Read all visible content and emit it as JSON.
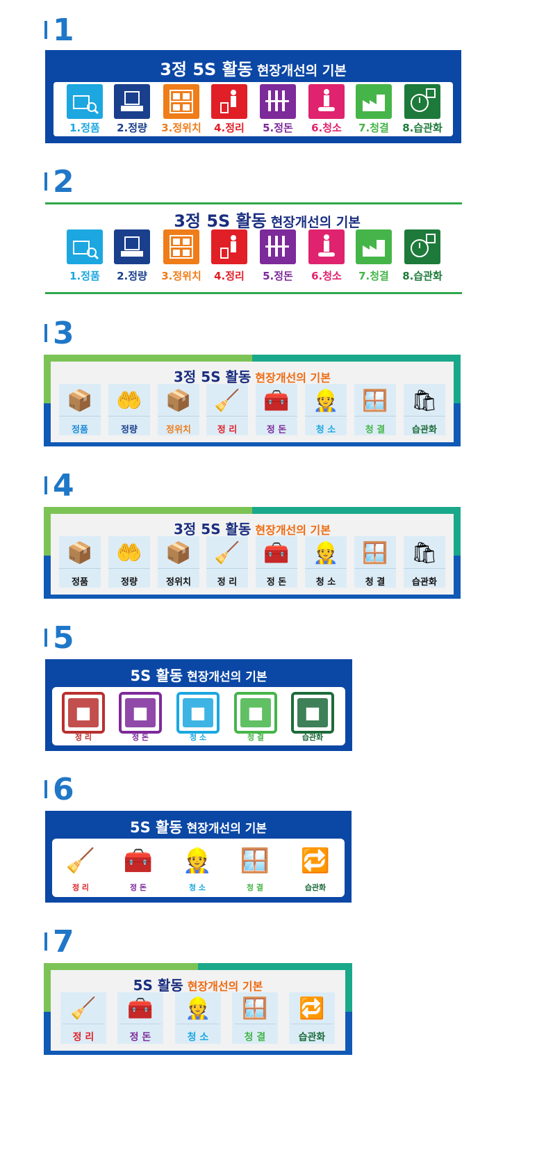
{
  "sections": [
    {
      "number": "1"
    },
    {
      "number": "2"
    },
    {
      "number": "3"
    },
    {
      "number": "4"
    },
    {
      "number": "5"
    },
    {
      "number": "6"
    },
    {
      "number": "7"
    }
  ],
  "title3s": {
    "main": "3정 5S 활동",
    "sub": "현장개선의 기본"
  },
  "title5s": {
    "main": "5S 활동",
    "sub": "현장개선의 기본"
  },
  "items8_numbered": [
    {
      "label": "1.정품",
      "color": "#1ca7e0",
      "icon": "box-magnifier-icon"
    },
    {
      "label": "2.정량",
      "color": "#1a3f8c",
      "icon": "scale-box-icon"
    },
    {
      "label": "3.정위치",
      "color": "#ee7d1a",
      "icon": "shelf-icon"
    },
    {
      "label": "4.정리",
      "color": "#e01f26",
      "icon": "trash-person-icon"
    },
    {
      "label": "5.정돈",
      "color": "#7d2a9a",
      "icon": "tools-icon"
    },
    {
      "label": "6.청소",
      "color": "#e0236e",
      "icon": "cleaning-person-icon"
    },
    {
      "label": "7.청결",
      "color": "#46b549",
      "icon": "factory-icon"
    },
    {
      "label": "8.습관화",
      "color": "#1d7a3a",
      "icon": "clock-runner-icon"
    }
  ],
  "items8_cells": [
    {
      "label": "정품",
      "color3": "#1c8ad6",
      "emoji": "📦"
    },
    {
      "label": "정량",
      "color3": "#1a3f8c",
      "emoji": "🤲"
    },
    {
      "label": "정위치",
      "color3": "#ee7d1a",
      "emoji": "📦"
    },
    {
      "label": "정 리",
      "color3": "#e01f26",
      "emoji": "🧹"
    },
    {
      "label": "정 돈",
      "color3": "#7d2a9a",
      "emoji": "🧰"
    },
    {
      "label": "청 소",
      "color3": "#1ca7e0",
      "emoji": "👷"
    },
    {
      "label": "청 결",
      "color3": "#46b549",
      "emoji": "🪟"
    },
    {
      "label": "습관화",
      "color3": "#1d6b3a",
      "emoji": "🛍"
    }
  ],
  "items5_tiles": [
    {
      "label": "정 리",
      "color": "#b8312f",
      "icon": "trash-shelf-icon"
    },
    {
      "label": "정 돈",
      "color": "#7d2a9a",
      "icon": "tools-rack-icon"
    },
    {
      "label": "청 소",
      "color": "#1ca7e0",
      "icon": "cleaning-icon"
    },
    {
      "label": "청 결",
      "color": "#46b549",
      "icon": "clean-factory-icon"
    },
    {
      "label": "습관화",
      "color": "#1d6b3a",
      "icon": "habit-clock-icon"
    }
  ],
  "items5_plain": [
    {
      "label": "정 리",
      "color": "#e01f26",
      "emoji": "🧹"
    },
    {
      "label": "정 돈",
      "color": "#7d2a9a",
      "emoji": "🧰"
    },
    {
      "label": "청 소",
      "color": "#1ca7e0",
      "emoji": "👷"
    },
    {
      "label": "청 결",
      "color": "#46b549",
      "emoji": "🪟"
    },
    {
      "label": "습관화",
      "color": "#1d6b3a",
      "emoji": "🔁"
    }
  ],
  "colors": {
    "navy": "#0a3f9a",
    "blue": "#1059b5",
    "green": "#3aa84a",
    "lightgreen": "#7cc356",
    "teal": "#1aa88a",
    "orange": "#ee6a10",
    "text_navy": "#1a2e80"
  }
}
